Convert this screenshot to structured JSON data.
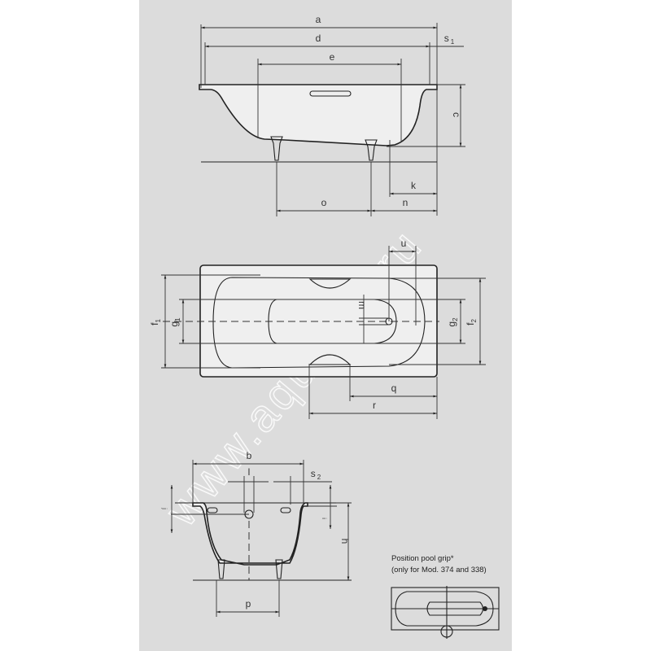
{
  "watermark": "www.aquapin.ru",
  "side_view": {
    "labels": {
      "a": "a",
      "d": "d",
      "s1": "s",
      "s1_sub": "1",
      "e": "e",
      "c": "c",
      "k": "k",
      "n": "n",
      "o": "o"
    }
  },
  "plan_view": {
    "labels": {
      "u": "u",
      "m": "m",
      "f1": "f",
      "f1_sub": "1",
      "g1": "g",
      "g1_sub": "1",
      "g2": "g",
      "g2_sub": "2",
      "f2": "f",
      "f2_sub": "2",
      "q": "q",
      "r": "r"
    }
  },
  "front_view": {
    "labels": {
      "b": "b",
      "l": "l",
      "s2": "s",
      "s2_sub": "2",
      "j": "j",
      "i": "i",
      "h": "h",
      "p": "p"
    }
  },
  "pool_grip_note": {
    "title": "Position pool grip*",
    "subtitle": "(only for Mod. 374 and 338)"
  }
}
